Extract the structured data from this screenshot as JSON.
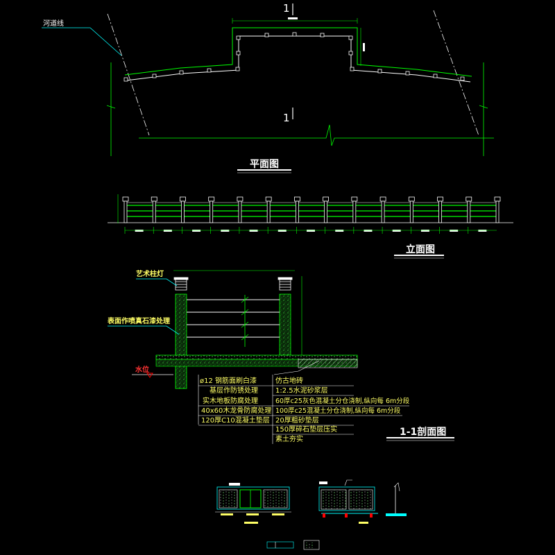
{
  "plan": {
    "road_edge_label": "河道线",
    "section_mark": "1",
    "title": "平面图"
  },
  "elevation": {
    "title": "立面图",
    "post_count": 14
  },
  "section": {
    "title": "1-1剖面图",
    "label_lamp": "艺术柱灯",
    "label_finish": "表面作喷真石漆处理",
    "label_water": "水位",
    "left_notes": [
      "ø12 钢筋面刷白漆",
      "基层作防锈处理",
      "实木地板防腐处理",
      "40x60木龙骨防腐处理",
      "120厚C10混凝土垫层"
    ],
    "right_notes": [
      "仿古地砖",
      "1:2.5水泥砂浆层",
      "60厚c25灰色混凝土分仓浇制,纵向每 6m分段",
      "100厚c25混凝土分仓浇制,纵向每 6m分段",
      "20厚粗砂垫层",
      "150厚碎石垫层压实",
      "素土夯实"
    ]
  },
  "colors": {
    "line": "#00ff00",
    "dim": "#ffffff",
    "accent": "#00ffff",
    "label": "#ffff66",
    "water": "#ff0000"
  }
}
